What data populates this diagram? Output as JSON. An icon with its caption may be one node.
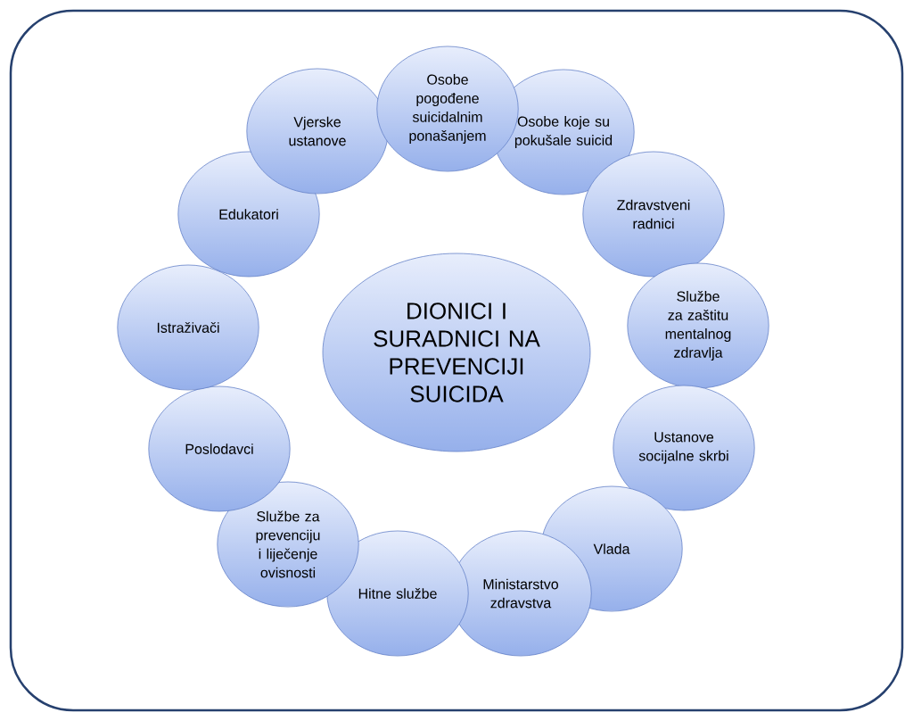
{
  "diagram": {
    "nodes": [
      {
        "text": [
          "DIONICI I SURADNICI NA PREVENCIJI SUICIDA"
        ]
      },
      {
        "text": [
          "Osobe pogođene suicidalnim ponašanjem"
        ]
      },
      {
        "text": [
          "Osobe koje su pokušale suicid"
        ]
      },
      {
        "text": [
          "Zdravstveni radnici"
        ]
      },
      {
        "text": [
          "Službe za zaštitu mentalnog zdravlja"
        ]
      },
      {
        "text": [
          "Ustanove socijalne skrbi"
        ]
      },
      {
        "text": [
          "Vlada"
        ]
      },
      {
        "text": [
          "Ministarstvo zdravstva"
        ]
      },
      {
        "text": [
          "Hitne službe"
        ]
      },
      {
        "text": [
          "Službe za prevenciju i liječenje ovisnosti"
        ]
      },
      {
        "text": [
          "Poslodavci"
        ]
      },
      {
        "text": [
          "Istraživači"
        ]
      },
      {
        "text": [
          "Edukatori"
        ]
      },
      {
        "text": [
          "Vjerske ustanove"
        ]
      }
    ]
  }
}
